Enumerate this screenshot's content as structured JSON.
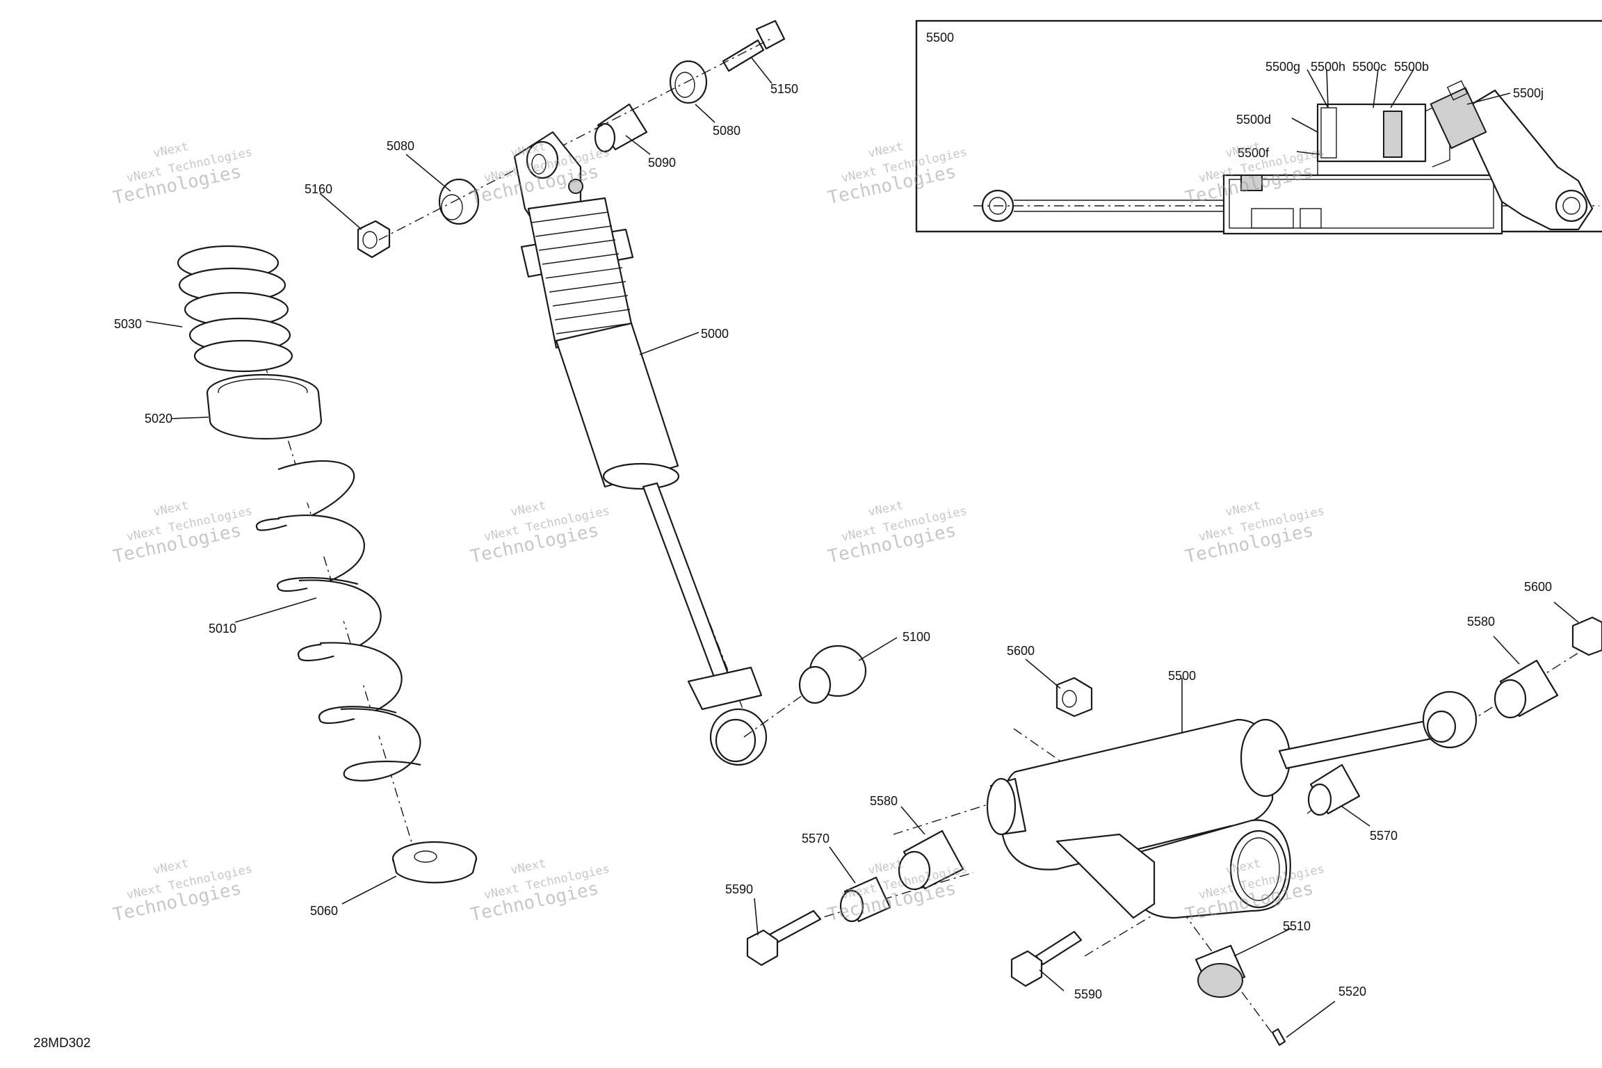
{
  "figure_ref": "28MD302",
  "inset": {
    "label": "5500"
  },
  "watermark": {
    "line1": "vNext",
    "line2": "vNext Technologies",
    "line3": "Technologies"
  },
  "callouts": {
    "c5150": "5150",
    "c5080_top": "5080",
    "c5090": "5090",
    "c5080_left": "5080",
    "c5160": "5160",
    "c5030": "5030",
    "c5020": "5020",
    "c5010": "5010",
    "c5060": "5060",
    "c5000": "5000",
    "c5100": "5100",
    "c5600_left": "5600",
    "c5500": "5500",
    "c5580_left": "5580",
    "c5570_left": "5570",
    "c5590_left": "5590",
    "c5590_right": "5590",
    "c5510": "5510",
    "c5520": "5520",
    "c5570_right": "5570",
    "c5580_right": "5580",
    "c5600_right": "5600",
    "c5500g": "5500g",
    "c5500h": "5500h",
    "c5500c": "5500c",
    "c5500b": "5500b",
    "c5500j": "5500j",
    "c5500d": "5500d",
    "c5500f": "5500f"
  }
}
